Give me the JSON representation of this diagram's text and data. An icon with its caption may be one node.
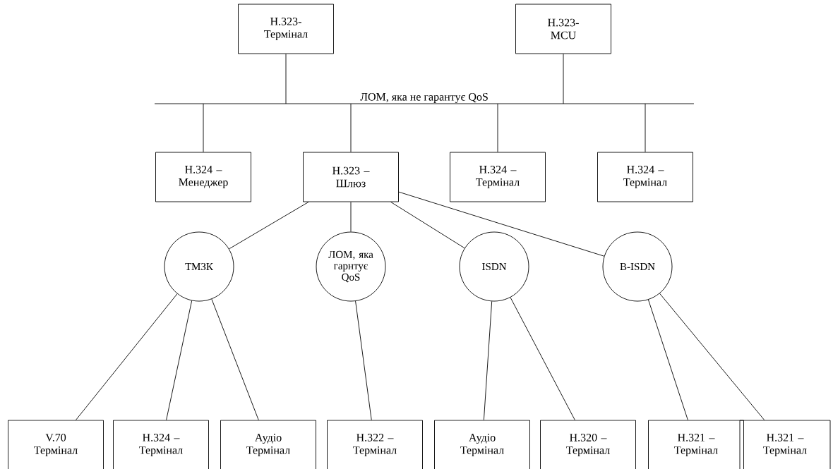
{
  "diagram": {
    "nodes": [
      {
        "text": [
          "H.323- Термінал"
        ]
      },
      {
        "text": [
          "H.323- MCU"
        ]
      },
      {
        "text": [
          "ЛОМ, яка не гарантує QoS"
        ]
      },
      {
        "text": [
          "H.324 – Менеджер"
        ]
      },
      {
        "text": [
          "H.323 – Шлюз"
        ]
      },
      {
        "text": [
          "H.324 – Термінал"
        ]
      },
      {
        "text": [
          "H.324 – Термінал"
        ]
      },
      {
        "text": [
          "ТМЗК"
        ]
      },
      {
        "text": [
          "ЛОМ, яка гарнтує QoS"
        ]
      },
      {
        "text": [
          "ISDN"
        ]
      },
      {
        "text": [
          "B-ISDN"
        ]
      },
      {
        "text": [
          "V.70 Термінал"
        ]
      },
      {
        "text": [
          "H.324 – Термінал"
        ]
      },
      {
        "text": [
          "Аудіо Термінал"
        ]
      },
      {
        "text": [
          "H.322 – Термінал"
        ]
      },
      {
        "text": [
          "Аудіо Термінал"
        ]
      },
      {
        "text": [
          "H.320 – Термінал"
        ]
      },
      {
        "text": [
          "H.321 – Термінал"
        ]
      },
      {
        "text": [
          "H.321 – Термінал"
        ]
      }
    ],
    "edges": [
      {
        "from": 0,
        "to": 2,
        "arrow": "none"
      },
      {
        "from": 1,
        "to": 2,
        "arrow": "none"
      },
      {
        "from": 2,
        "to": 3,
        "arrow": "none"
      },
      {
        "from": 2,
        "to": 4,
        "arrow": "none"
      },
      {
        "from": 2,
        "to": 5,
        "arrow": "none"
      },
      {
        "from": 2,
        "to": 6,
        "arrow": "none"
      },
      {
        "from": 4,
        "to": 7,
        "arrow": "none"
      },
      {
        "from": 4,
        "to": 8,
        "arrow": "none"
      },
      {
        "from": 4,
        "to": 9,
        "arrow": "none"
      },
      {
        "from": 4,
        "to": 10,
        "arrow": "none"
      },
      {
        "from": 7,
        "to": 11,
        "arrow": "none"
      },
      {
        "from": 7,
        "to": 12,
        "arrow": "none"
      },
      {
        "from": 7,
        "to": 13,
        "arrow": "none"
      },
      {
        "from": 8,
        "to": 14,
        "arrow": "none"
      },
      {
        "from": 9,
        "to": 15,
        "arrow": "none"
      },
      {
        "from": 9,
        "to": 16,
        "arrow": "none"
      },
      {
        "from": 10,
        "to": 17,
        "arrow": "none"
      },
      {
        "from": 10,
        "to": 18,
        "arrow": "none"
      }
    ]
  }
}
